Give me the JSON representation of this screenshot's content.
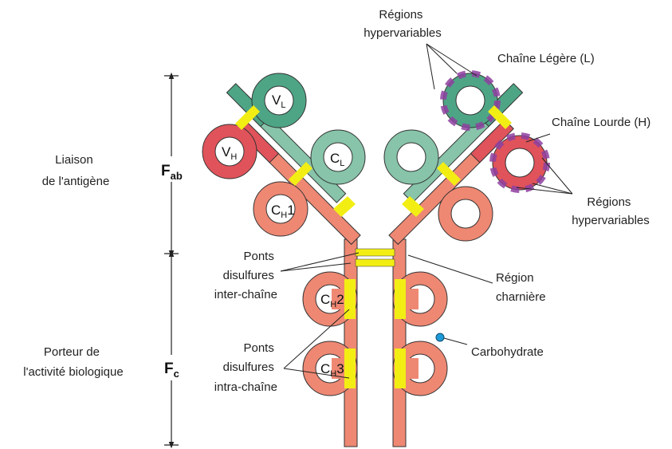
{
  "labels": {
    "hyper_top_1": "Régions",
    "hyper_top_2": "hypervariables",
    "light_chain": "Chaîne Légère (L)",
    "heavy_chain": "Chaîne Lourde (H)",
    "hyper_right_1": "Régions",
    "hyper_right_2": "hypervariables",
    "antigen_1": "Liaison",
    "antigen_2": "de l'antigène",
    "bio_1": "Porteur de",
    "bio_2": "l'activité biologique",
    "inter_1": "Ponts",
    "inter_2": "disulfures",
    "inter_3": "inter-chaîne",
    "intra_1": "Ponts",
    "intra_2": "disulfures",
    "intra_3": "intra-chaîne",
    "hinge_1": "Région",
    "hinge_2": "charnière",
    "carbohydrate": "Carbohydrate"
  },
  "regions": {
    "fab_main": "F",
    "fab_sub": "ab",
    "fc_main": "F",
    "fc_sub": "c"
  },
  "domains": {
    "vh_main": "V",
    "vh_sub": "H",
    "vl_main": "V",
    "vl_sub": "L",
    "cl_main": "C",
    "cl_sub": "L",
    "ch1_main": "C",
    "ch1_sub": "H",
    "ch1_num": "1",
    "ch2_main": "C",
    "ch2_sub": "H",
    "ch2_num": "2",
    "ch3_main": "C",
    "ch3_sub": "H",
    "ch3_num": "3"
  },
  "colors": {
    "heavy_constant": "#ee8873",
    "heavy_variable": "#e0535a",
    "light_constant": "#87c4a9",
    "light_variable": "#4ea585",
    "disulfide": "#f2ee14",
    "hypervariable": "#8e3fa0",
    "carbohydrate": "#1e9ad8"
  }
}
